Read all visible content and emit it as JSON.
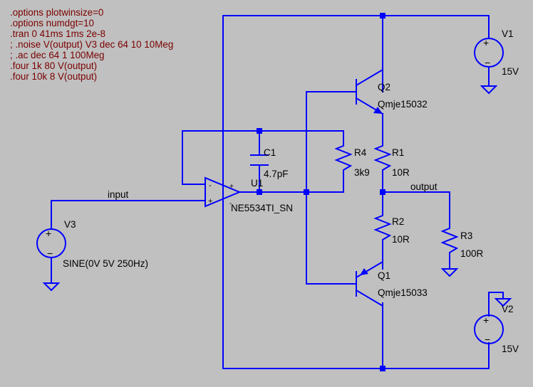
{
  "directives": [
    ".options plotwinsize=0",
    ".options numdgt=10",
    ".tran 0 41ms 1ms 2e-8",
    "; .noise V(output) V3 dec 64 10 10Meg",
    "; .ac dec 64 1 100Meg",
    ".four 1k 80 V(output)",
    ".four 10k 8 V(output)"
  ],
  "components": {
    "V1": {
      "name": "V1",
      "value": "15V"
    },
    "V2": {
      "name": "V2",
      "value": "15V"
    },
    "V3": {
      "name": "V3",
      "value": "SINE(0V 5V 250Hz)"
    },
    "U1": {
      "name": "U1",
      "value": "NE5534TI_SN"
    },
    "C1": {
      "name": "C1",
      "value": "4.7pF"
    },
    "R1": {
      "name": "R1",
      "value": "10R"
    },
    "R2": {
      "name": "R2",
      "value": "10R"
    },
    "R3": {
      "name": "R3",
      "value": "100R"
    },
    "R4": {
      "name": "R4",
      "value": "3k9"
    },
    "Q1": {
      "name": "Q1",
      "value": "Qmje15033"
    },
    "Q2": {
      "name": "Q2",
      "value": "Qmje15032"
    }
  },
  "nets": {
    "input": "input",
    "output": "output"
  },
  "symbols": {
    "plus": "+",
    "minus": "−",
    "opamp_plus": "+",
    "opamp_minus": "-"
  },
  "colors": {
    "wire": "#0000ff",
    "background": "#c0c0c0",
    "directive_text": "#7a0000"
  }
}
